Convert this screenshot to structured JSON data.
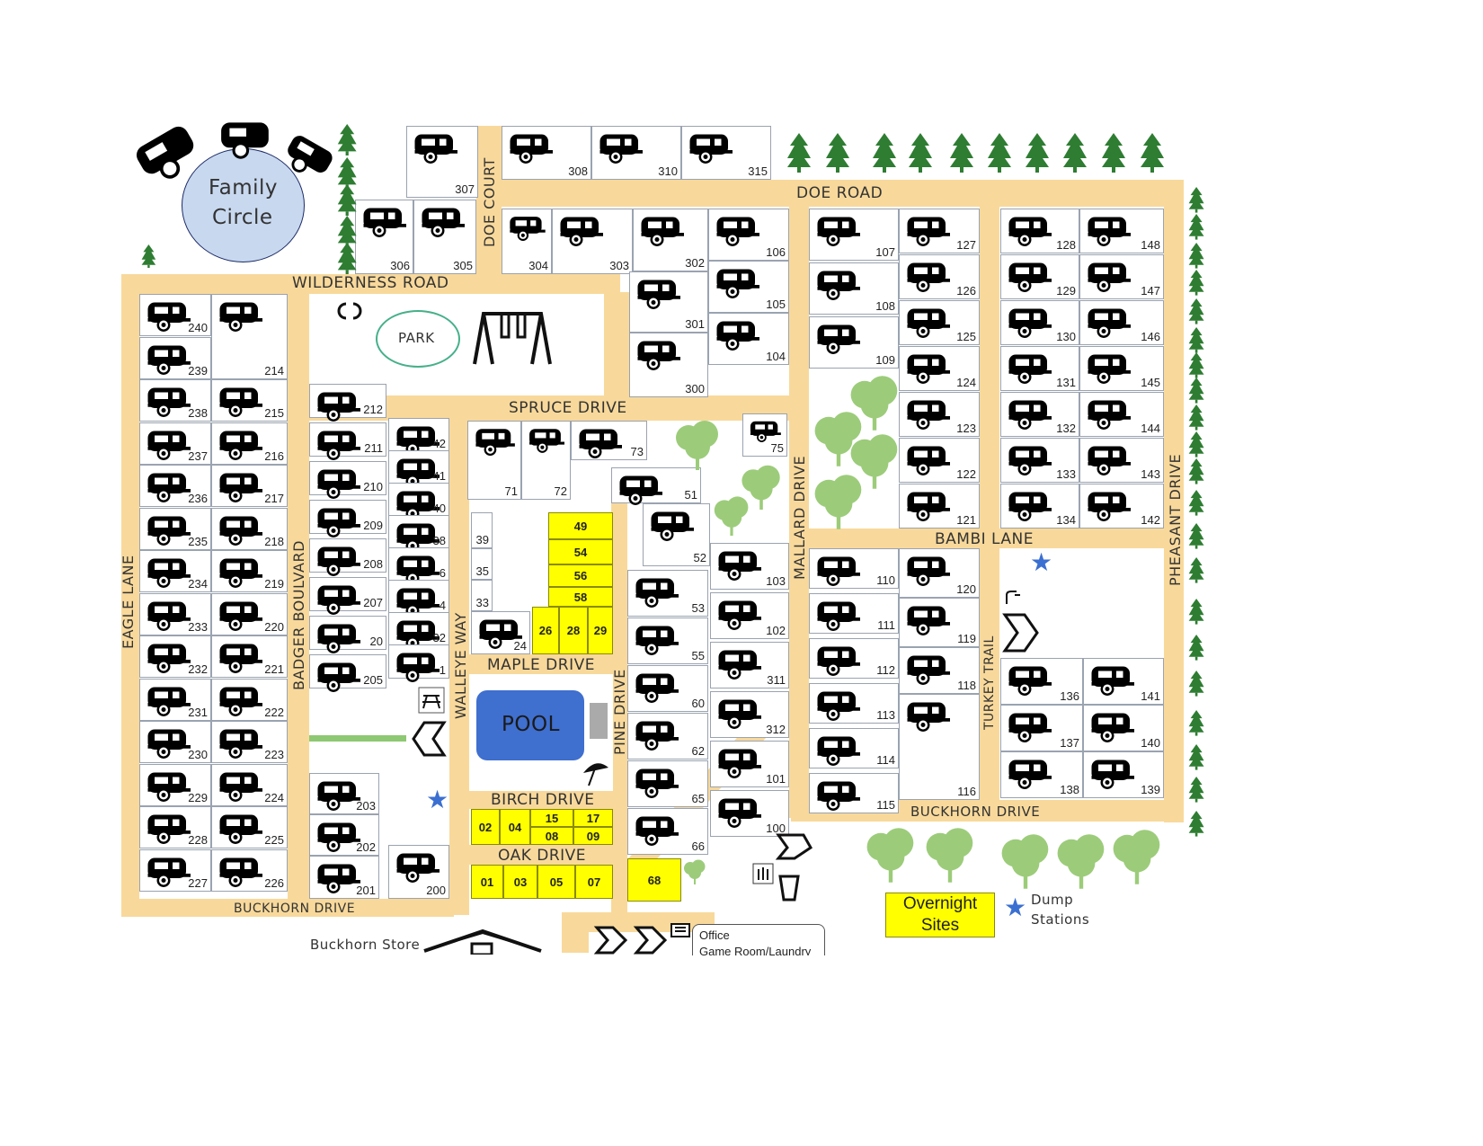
{
  "circle_label": [
    "Family",
    "Circle"
  ],
  "roads": {
    "doe_road": "DOE ROAD",
    "doe_court": "DOE COURT",
    "wilderness_road": "WILDERNESS ROAD",
    "spruce_drive": "SPRUCE DRIVE",
    "maple_drive": "MAPLE DRIVE",
    "birch_drive": "BIRCH DRIVE",
    "oak_drive": "OAK DRIVE",
    "buckhorn_drive": "BUCKHORN DRIVE",
    "bambi_lane": "BAMBI LANE",
    "eagle_lane": "EAGLE LANE",
    "badger_boulvard": "BADGER BOULVARD",
    "walleye_way": "WALLEYE WAY",
    "pine_drive": "PINE DRIVE",
    "mallard_drive": "MALLARD DRIVE",
    "turkey_trail": "TURKEY TRAIL",
    "pheasant_drive": "PHEASANT DRIVE"
  },
  "park_label": "PARK",
  "pool_label": "POOL",
  "store_label": "Buckhorn Store",
  "office_lines": [
    "Office",
    "Game Room/Laundry"
  ],
  "legend": {
    "overnight": [
      "Overnight",
      "Sites"
    ],
    "dump": [
      "Dump",
      "Stations"
    ]
  },
  "colors": {
    "road": "#f8d99b",
    "overnight": "#ffff00",
    "pool": "#3f6fcf",
    "tree": "#9ccc7a",
    "pine": "#2e7d32",
    "star": "#3b6fd1"
  },
  "sites": {
    "top_row": [
      "307",
      "308",
      "310",
      "315"
    ],
    "doe_court": [
      "306",
      "305",
      "304",
      "303",
      "302",
      "106"
    ],
    "block_300": [
      "301",
      "105",
      "104",
      "300"
    ],
    "block_100_left": [
      "107",
      "108",
      "109"
    ],
    "block_120": [
      "127",
      "126",
      "125",
      "124",
      "123",
      "122",
      "121"
    ],
    "block_128": [
      "128",
      "129",
      "130",
      "131",
      "132",
      "133",
      "134"
    ],
    "block_140": [
      "148",
      "147",
      "146",
      "145",
      "144",
      "143",
      "142"
    ],
    "eagle_left": [
      "240",
      "239",
      "238",
      "237",
      "236",
      "235",
      "234",
      "233",
      "232",
      "231",
      "230",
      "229",
      "228",
      "227"
    ],
    "eagle_right": [
      "214",
      "215",
      "216",
      "217",
      "218",
      "219",
      "220",
      "221",
      "222",
      "223",
      "224",
      "225",
      "226"
    ],
    "badger": [
      "212",
      "211",
      "210",
      "209",
      "208",
      "207",
      "20",
      "205"
    ],
    "walleye_col": [
      "42",
      "41",
      "40",
      "38",
      "6",
      "4",
      "32",
      "1"
    ],
    "spruce": [
      "71",
      "72",
      "73",
      "51",
      "75",
      "52"
    ],
    "maple_white": [
      "39",
      "35",
      "33",
      "24"
    ],
    "overnight_upper": [
      "49",
      "54",
      "56",
      "58",
      "26",
      "28",
      "29"
    ],
    "pine_col": [
      "53",
      "55",
      "60",
      "62",
      "65",
      "66"
    ],
    "mallard_col": [
      "103",
      "102",
      "311",
      "312",
      "101",
      "100"
    ],
    "block_110": [
      "110",
      "111",
      "112",
      "113",
      "114",
      "115"
    ],
    "block_116": [
      "120",
      "119",
      "118",
      "116"
    ],
    "block_136": [
      "136",
      "137",
      "138",
      "141",
      "140",
      "139"
    ],
    "lower_badger": [
      "203",
      "202",
      "201",
      "200"
    ],
    "birch": [
      "02",
      "04",
      "15",
      "08",
      "17",
      "09"
    ],
    "oak": [
      "01",
      "03",
      "05",
      "07",
      "68"
    ]
  }
}
